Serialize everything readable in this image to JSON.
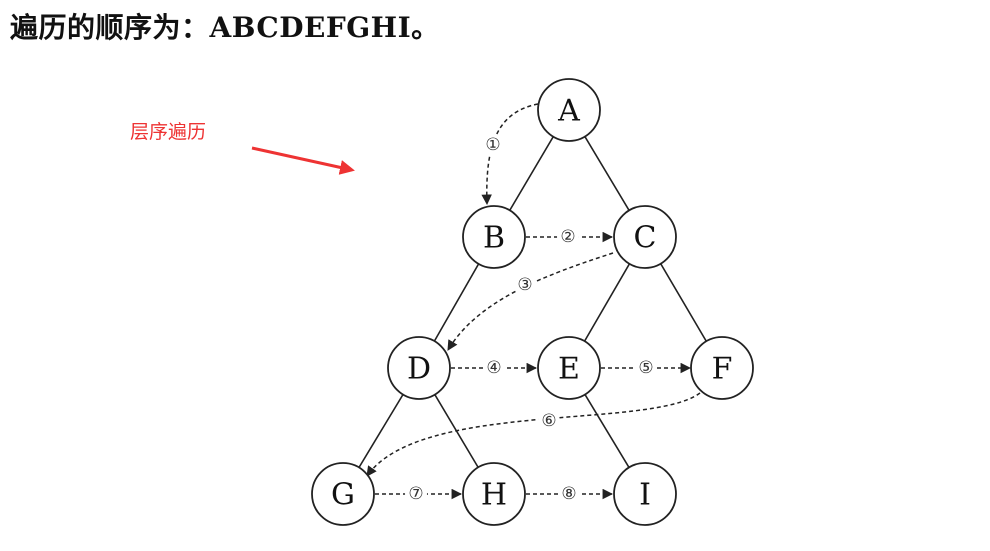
{
  "intro_text": "遍历的顺序为：ABCDEFGHI。",
  "annotation": {
    "label": "层序遍历",
    "color": "#ee3333"
  },
  "tree": {
    "nodes": [
      {
        "id": "A",
        "label": "A"
      },
      {
        "id": "B",
        "label": "B"
      },
      {
        "id": "C",
        "label": "C"
      },
      {
        "id": "D",
        "label": "D"
      },
      {
        "id": "E",
        "label": "E"
      },
      {
        "id": "F",
        "label": "F"
      },
      {
        "id": "G",
        "label": "G"
      },
      {
        "id": "H",
        "label": "H"
      },
      {
        "id": "I",
        "label": "I"
      }
    ],
    "edges": [
      [
        "A",
        "B"
      ],
      [
        "A",
        "C"
      ],
      [
        "B",
        "D"
      ],
      [
        "C",
        "E"
      ],
      [
        "C",
        "F"
      ],
      [
        "D",
        "G"
      ],
      [
        "D",
        "H"
      ],
      [
        "E",
        "I"
      ]
    ]
  },
  "traversal_steps": [
    {
      "label": "①",
      "from": "A",
      "to": "B"
    },
    {
      "label": "②",
      "from": "B",
      "to": "C"
    },
    {
      "label": "③",
      "from": "C",
      "to": "D"
    },
    {
      "label": "④",
      "from": "D",
      "to": "E"
    },
    {
      "label": "⑤",
      "from": "E",
      "to": "F"
    },
    {
      "label": "⑥",
      "from": "F",
      "to": "G"
    },
    {
      "label": "⑦",
      "from": "G",
      "to": "H"
    },
    {
      "label": "⑧",
      "from": "H",
      "to": "I"
    }
  ]
}
